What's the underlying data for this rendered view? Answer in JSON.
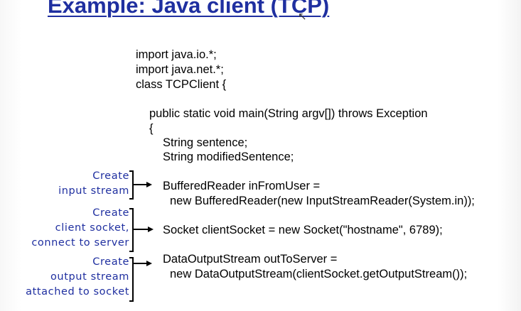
{
  "title": "Example: Java client (TCP)",
  "code": [
    "import java.io.*;",
    "import java.net.*;",
    "class TCPClient {",
    "public static void main(String argv[]) throws Exception",
    "{",
    "String sentence;",
    "String modifiedSentence;",
    "BufferedReader inFromUser =",
    "new BufferedReader(new InputStreamReader(System.in));",
    "Socket clientSocket = new Socket(\"hostname\", 6789);",
    "DataOutputStream outToServer =",
    "new DataOutputStream(clientSocket.getOutputStream());"
  ],
  "annotations": [
    [
      "Create",
      "input stream"
    ],
    [
      "Create",
      "client socket,",
      "connect to server"
    ],
    [
      "Create",
      "output stream",
      "attached to socket"
    ]
  ]
}
